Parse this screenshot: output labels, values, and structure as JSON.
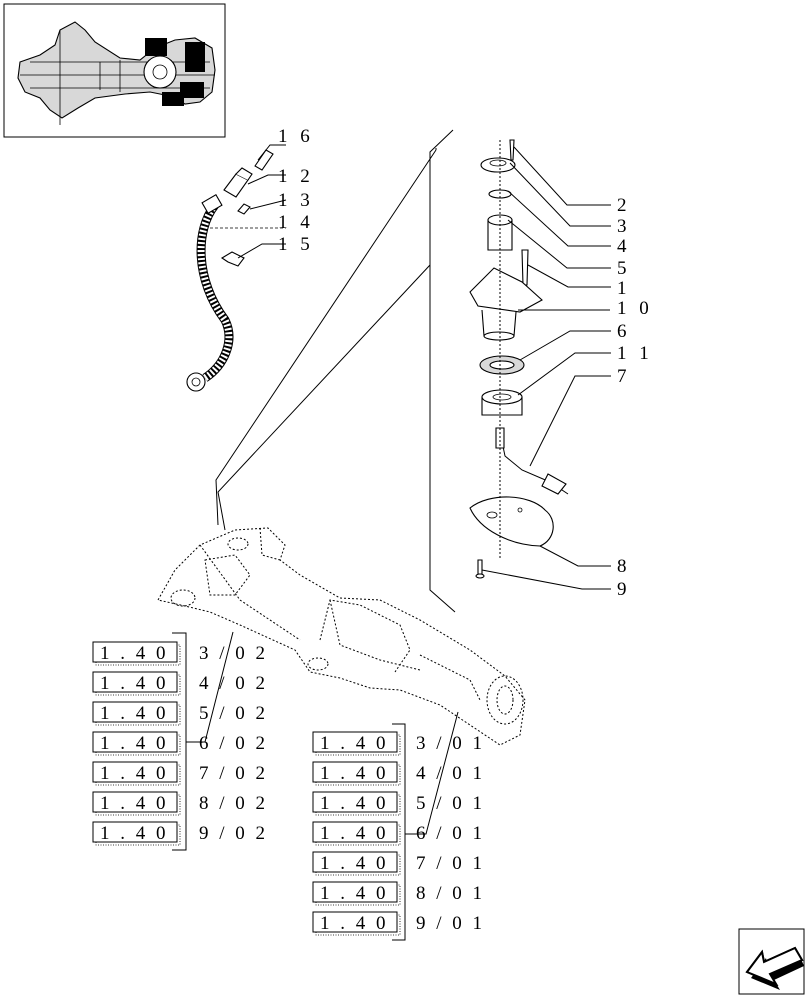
{
  "labels": [
    {
      "id": "16",
      "text": "1 6"
    },
    {
      "id": "12",
      "text": "1 2"
    },
    {
      "id": "13",
      "text": "1 3"
    },
    {
      "id": "14",
      "text": "1 4"
    },
    {
      "id": "15",
      "text": "1 5"
    },
    {
      "id": "2",
      "text": "2"
    },
    {
      "id": "3",
      "text": "3"
    },
    {
      "id": "4",
      "text": "4"
    },
    {
      "id": "5",
      "text": "5"
    },
    {
      "id": "1",
      "text": "1"
    },
    {
      "id": "10",
      "text": "1 0"
    },
    {
      "id": "6",
      "text": "6"
    },
    {
      "id": "11",
      "text": "1 1"
    },
    {
      "id": "7",
      "text": "7"
    },
    {
      "id": "8",
      "text": "8"
    },
    {
      "id": "9",
      "text": "9"
    }
  ],
  "references_left": [
    {
      "code": "1 . 4 0",
      "sheet": "3 / 0 2"
    },
    {
      "code": "1 . 4 0",
      "sheet": "4 / 0 2"
    },
    {
      "code": "1 . 4 0",
      "sheet": "5 / 0 2"
    },
    {
      "code": "1 . 4 0",
      "sheet": "6 / 0 2"
    },
    {
      "code": "1 . 4 0",
      "sheet": "7 / 0 2"
    },
    {
      "code": "1 . 4 0",
      "sheet": "8 / 0 2"
    },
    {
      "code": "1 . 4 0",
      "sheet": "9 / 0 2"
    }
  ],
  "references_right": [
    {
      "code": "1 . 4 0",
      "sheet": "3 / 0 1"
    },
    {
      "code": "1 . 4 0",
      "sheet": "4 / 0 1"
    },
    {
      "code": "1 . 4 0",
      "sheet": "5 / 0 1"
    },
    {
      "code": "1 . 4 0",
      "sheet": "6 / 0 1"
    },
    {
      "code": "1 . 4 0",
      "sheet": "7 / 0 1"
    },
    {
      "code": "1 . 4 0",
      "sheet": "8 / 0 1"
    },
    {
      "code": "1 . 4 0",
      "sheet": "9 / 0 1"
    }
  ],
  "icons": {
    "thumbnail": "axle-assembly-thumbnail-icon",
    "nav": "previous-page-arrow-icon"
  }
}
